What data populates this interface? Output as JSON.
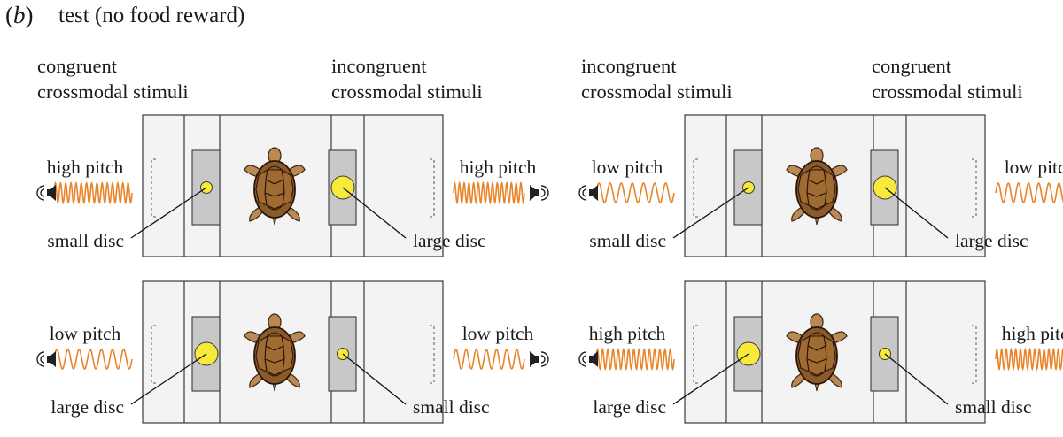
{
  "panel_letter": "b",
  "panel_title": "test (no food reward)",
  "column_headers": [
    {
      "lines": [
        "congruent",
        "crossmodal stimuli"
      ]
    },
    {
      "lines": [
        "incongruent",
        "crossmodal stimuli"
      ]
    },
    {
      "lines": [
        "incongruent",
        "crossmodal stimuli"
      ]
    },
    {
      "lines": [
        "congruent",
        "crossmodal stimuli"
      ]
    }
  ],
  "arenas": [
    {
      "left": {
        "pitch": "high pitch",
        "disc": "small disc"
      },
      "right": {
        "pitch": "high pitch",
        "disc": "large disc"
      }
    },
    {
      "left": {
        "pitch": "low pitch",
        "disc": "large disc"
      },
      "right": {
        "pitch": "low pitch",
        "disc": "small disc"
      }
    },
    {
      "left": {
        "pitch": "low pitch",
        "disc": "small disc"
      },
      "right": {
        "pitch": "low pitch",
        "disc": "large disc"
      }
    },
    {
      "left": {
        "pitch": "high pitch",
        "disc": "large disc"
      },
      "right": {
        "pitch": "high pitch",
        "disc": "small disc"
      }
    }
  ],
  "colors": {
    "arena_fill": "#f3f3f3",
    "arena_stroke": "#3a3a3a",
    "stimulus_panel": "#c8c8c8",
    "disc": "#f7ea3a",
    "wave": "#e8852b",
    "tortoise_shell": "#8a5a2b",
    "tortoise_skin": "#b98a55"
  },
  "icons": [
    "speaker-icon",
    "tortoise-icon"
  ]
}
